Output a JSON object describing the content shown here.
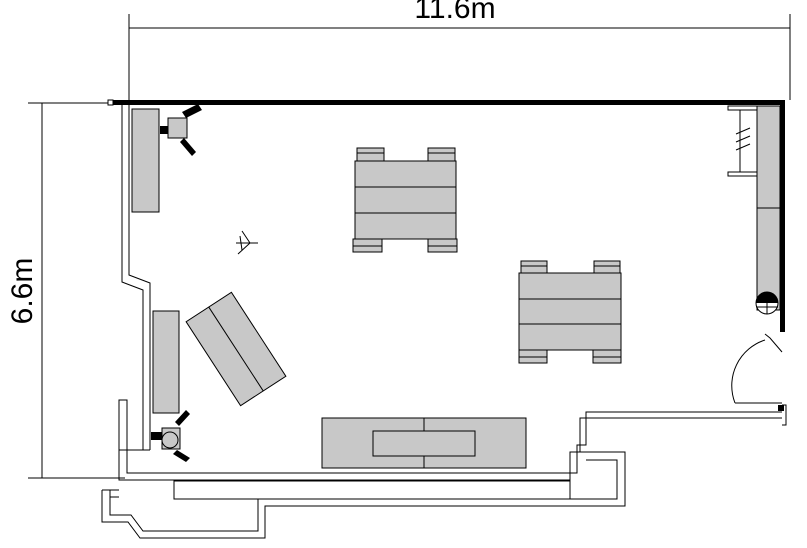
{
  "dimensions": {
    "width_label": "11.6m",
    "height_label": "6.6m"
  },
  "colors": {
    "wall": "#000000",
    "furniture_fill": "#c8c8c8",
    "background": "#ffffff"
  },
  "furniture": [
    "left-wall-counter",
    "desk-chair-top-left",
    "table-group-upper",
    "table-group-right",
    "angled-sofa",
    "left-wall-cabinet",
    "desk-chair-bottom-left",
    "bottom-bench-table",
    "right-wall-counter",
    "right-wall-shelf",
    "round-stool"
  ]
}
